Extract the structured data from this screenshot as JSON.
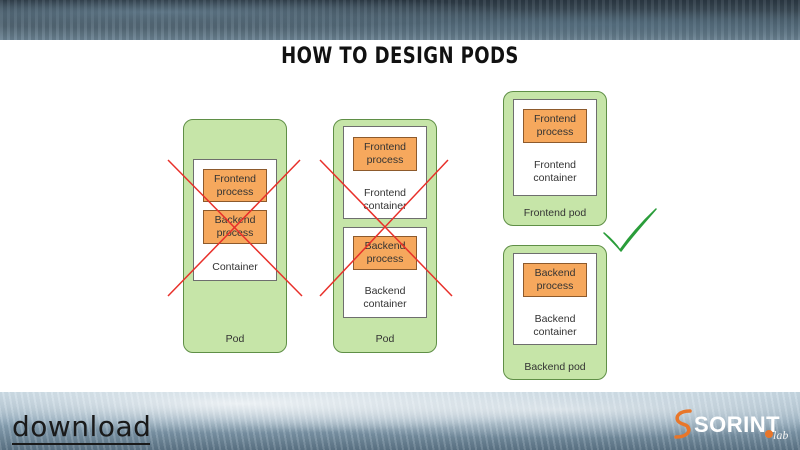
{
  "title": "HOW TO DESIGN PODS",
  "diagram1": {
    "pod_label": "Pod",
    "container_label": "Container",
    "process1": [
      "Frontend",
      "process"
    ],
    "process2": [
      "Backend",
      "process"
    ]
  },
  "diagram2": {
    "pod_label": "Pod",
    "container1_label": [
      "Frontend",
      "container"
    ],
    "container2_label": [
      "Backend",
      "container"
    ],
    "process1": [
      "Frontend",
      "process"
    ],
    "process2": [
      "Backend",
      "process"
    ]
  },
  "diagram3": {
    "frontend_pod": {
      "pod_label": "Frontend pod",
      "container_label": [
        "Frontend",
        "container"
      ],
      "process": [
        "Frontend",
        "process"
      ]
    },
    "backend_pod": {
      "pod_label": "Backend pod",
      "container_label": [
        "Backend",
        "container"
      ],
      "process": [
        "Backend",
        "process"
      ]
    }
  },
  "marks": {
    "cross_color": "#e8302a",
    "check_color": "#2a9d3a",
    "crossed_diagrams": [
      "diagram1",
      "diagram2"
    ],
    "approved_diagram": "diagram3"
  },
  "footer": {
    "left_logo": "download",
    "right_logo_text": "SORINT",
    "right_logo_suffix": "lab"
  },
  "colors": {
    "pod_fill": "#c6e5a8",
    "pod_border": "#5f8f46",
    "process_fill": "#f6a85d",
    "container_fill": "#ffffff"
  }
}
